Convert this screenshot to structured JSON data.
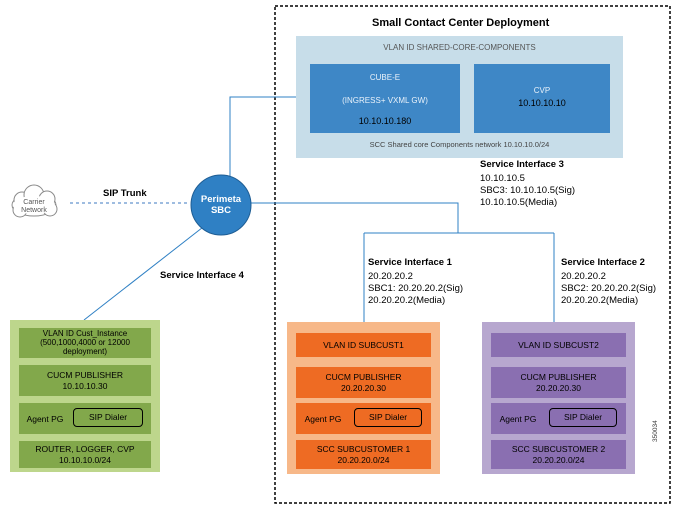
{
  "title": "Small Contact Center Deployment",
  "shared_vlan": {
    "label": "VLAN ID SHARED-CORE-COMPONENTS",
    "network_label": "SCC Shared core Components network 10.10.10.0/24",
    "cube": {
      "name": "CUBE-E",
      "sub": "(INGRESS+ VXML GW)",
      "ip": "10.10.10.180"
    },
    "cvp": {
      "name": "CVP",
      "ip": "10.10.10.10"
    }
  },
  "carrier": "Carrier Network",
  "sip_trunk": "SIP Trunk",
  "sbc": {
    "line1": "Perimeta",
    "line2": "SBC"
  },
  "service_interface_3": {
    "title": "Service Interface 3",
    "lines": [
      "10.10.10.5",
      "SBC3: 10.10.10.5(Sig)",
      "10.10.10.5(Media)"
    ]
  },
  "service_interface_1": {
    "title": "Service Interface 1",
    "lines": [
      "20.20.20.2",
      "SBC1: 20.20.20.2(Sig)",
      "20.20.20.2(Media)"
    ]
  },
  "service_interface_2": {
    "title": "Service Interface 2",
    "lines": [
      "20.20.20.2",
      "SBC2: 20.20.20.2(Sig)",
      "20.20.20.2(Media)"
    ]
  },
  "service_interface_4": {
    "title": "Service Interface 4"
  },
  "cust_instance": {
    "vlan": [
      "VLAN ID Cust_Instance",
      "(500,1000,4000 or 12000",
      "deployment)"
    ],
    "cucm": [
      "CUCM PUBLISHER",
      "10.10.10.30"
    ],
    "agent_pg": "Agent PG",
    "sip_dialer": "SIP Dialer",
    "router": [
      "ROUTER, LOGGER, CVP",
      "10.10.10.0/24"
    ]
  },
  "subcust1": {
    "vlan": "VLAN ID SUBCUST1",
    "cucm": [
      "CUCM PUBLISHER",
      "20.20.20.30"
    ],
    "agent_pg": "Agent PG",
    "sip_dialer": "SIP Dialer",
    "scc": [
      "SCC SUBCUSTOMER 1",
      "20.20.20.0/24"
    ]
  },
  "subcust2": {
    "vlan": "VLAN ID SUBCUST2",
    "cucm": [
      "CUCM PUBLISHER",
      "20.20.20.30"
    ],
    "agent_pg": "Agent PG",
    "sip_dialer": "SIP Dialer",
    "scc": [
      "SCC SUBCUSTOMER 2",
      "20.20.20.0/24"
    ]
  },
  "figure_id": "350034",
  "colors": {
    "shared_bg": "#c7dde9",
    "shared_box": "#3e87c6",
    "sbc": "#2f80c4",
    "green_bg": "#bdd68c",
    "green_box": "#82a84b",
    "orange_bg": "#f7b889",
    "orange_box": "#ee6b23",
    "purple_bg": "#b7a7cf",
    "purple_box": "#8a6fb1"
  }
}
